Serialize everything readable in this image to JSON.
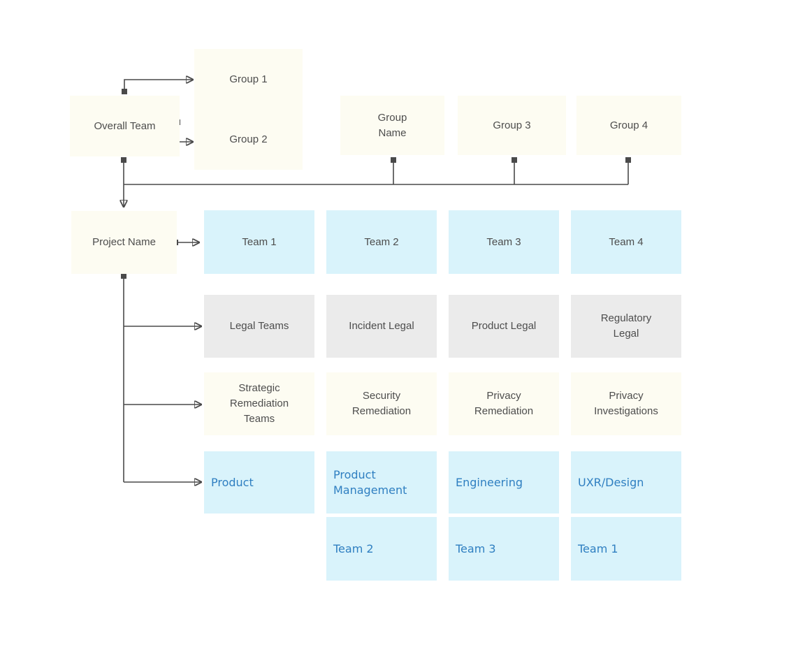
{
  "diagram": {
    "title": "organization-chart",
    "nodes": {
      "overall_team": "Overall Team",
      "group_1": "Group 1",
      "group_2": "Group 2",
      "group_name": "Group\nName",
      "group_3": "Group 3",
      "group_4": "Group 4",
      "project_name": "Project Name"
    },
    "grid": {
      "teams_row": [
        "Team 1",
        "Team 2",
        "Team 3",
        "Team 4"
      ],
      "legal_row": [
        "Legal Teams",
        "Incident Legal",
        "Product Legal",
        "Regulatory\nLegal"
      ],
      "remediation_row": [
        "Strategic\nRemediation\nTeams",
        "Security\nRemediation",
        "Privacy\nRemediation",
        "Privacy\nInvestigations"
      ],
      "product_row": [
        "Product",
        "Product\nManagement",
        "Engineering",
        "UXR/Design"
      ],
      "subteam_row": [
        "Team 2",
        "Team 3",
        "Team 1"
      ]
    },
    "colors": {
      "cream_box": "#fdfcf2",
      "cyan_box": "#d9f3fb",
      "gray_box": "#ebebeb",
      "dark_text": "#4d4d4d",
      "blue_text": "#2f7fc1",
      "connector_line": "#4a4a4a",
      "background": "#ffffff"
    }
  }
}
